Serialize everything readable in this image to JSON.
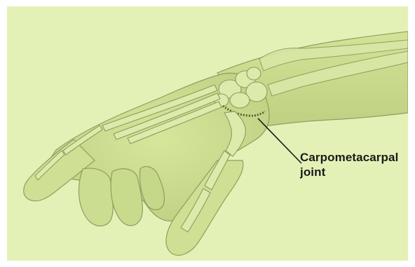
{
  "illustration": {
    "subject": "hand-with-bones",
    "colors": {
      "background": "#e4f1b6",
      "skin": "#cfe095",
      "bone": "#d9e8a6",
      "bone_outline": "#8d9c5c",
      "shadow": "#a9b96f",
      "joint_arthritis": "#6b6b3b",
      "leader_line": "#1a1a1a"
    }
  },
  "callout": {
    "line1": "Carpometacarpal",
    "line2": "joint"
  }
}
